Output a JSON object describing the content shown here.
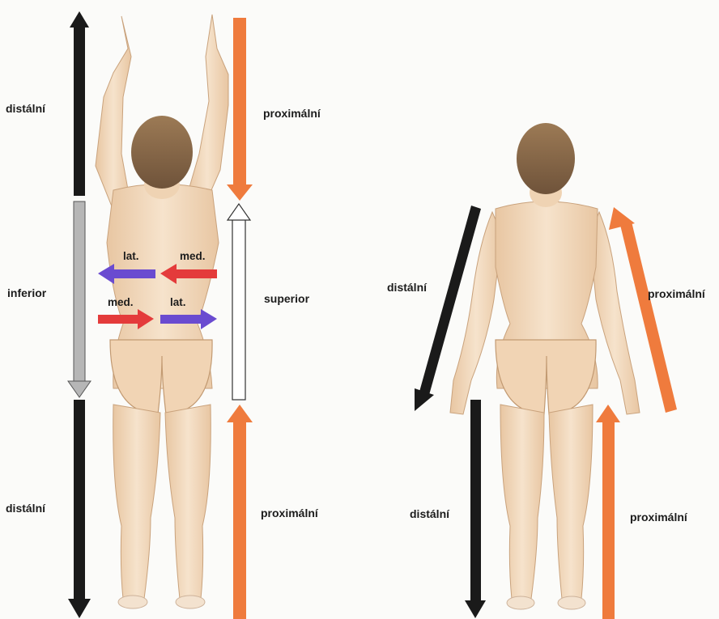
{
  "diagram": {
    "left_figure": {
      "left_column": {
        "top_label": "distální",
        "middle_label": "inferior",
        "bottom_label": "distální"
      },
      "right_column": {
        "top_label": "proximální",
        "middle_label": "superior",
        "bottom_label": "proximální"
      },
      "horizontal_arrows": {
        "upper_left": "lat.",
        "upper_right": "med.",
        "lower_left": "med.",
        "lower_right": "lat."
      }
    },
    "right_figure": {
      "arm_left_label": "distální",
      "arm_right_label": "proximální",
      "leg_left_label": "distální",
      "leg_right_label": "proximální"
    }
  },
  "colors": {
    "background": "#fbfbf9",
    "distal_arrow": "#1a1a1a",
    "proximal_arrow": "#ef7b3d",
    "inferior_arrow": "#b4b4b4",
    "superior_arrow": "#ffffff",
    "lateral_arrow": "#6a4bd0",
    "medial_arrow": "#e43b3b",
    "skin": "#f4dcc0",
    "hair": "#8a6a4a"
  }
}
